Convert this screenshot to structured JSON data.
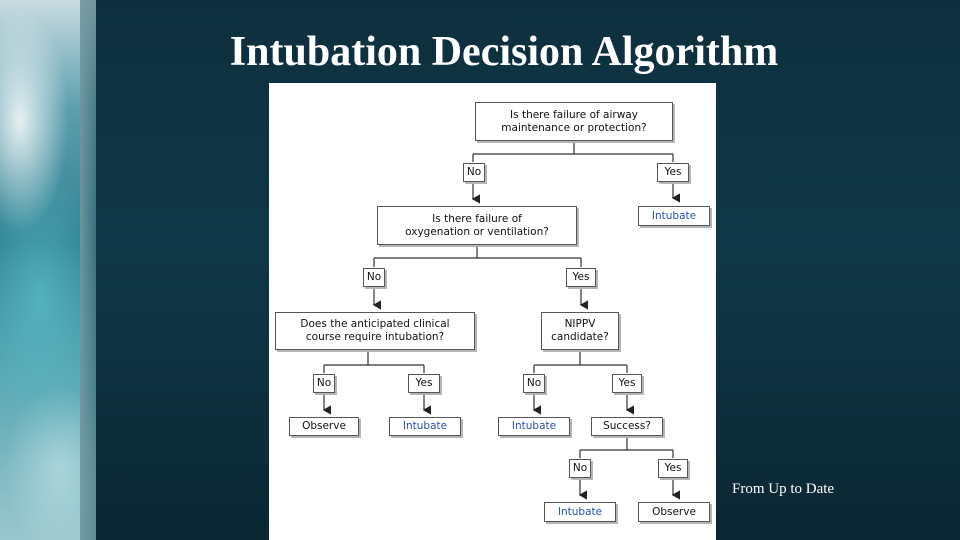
{
  "page": {
    "title": "Intubation Decision Algorithm",
    "caption": "From Up to Date"
  },
  "flowchart": {
    "q1": "Is there failure of airway\nmaintenance or protection?",
    "q2": "Is there failure of\noxygenation or ventilation?",
    "q3": "Does the anticipated clinical\ncourse require intubation?",
    "q4": "NIPPV\ncandidate?",
    "q5": "Success?",
    "no": "No",
    "yes": "Yes",
    "intubate": "Intubate",
    "observe": "Observe"
  },
  "colors": {
    "action_text": "#2451b5",
    "title_text": "#ffffff",
    "background": "#103848"
  }
}
